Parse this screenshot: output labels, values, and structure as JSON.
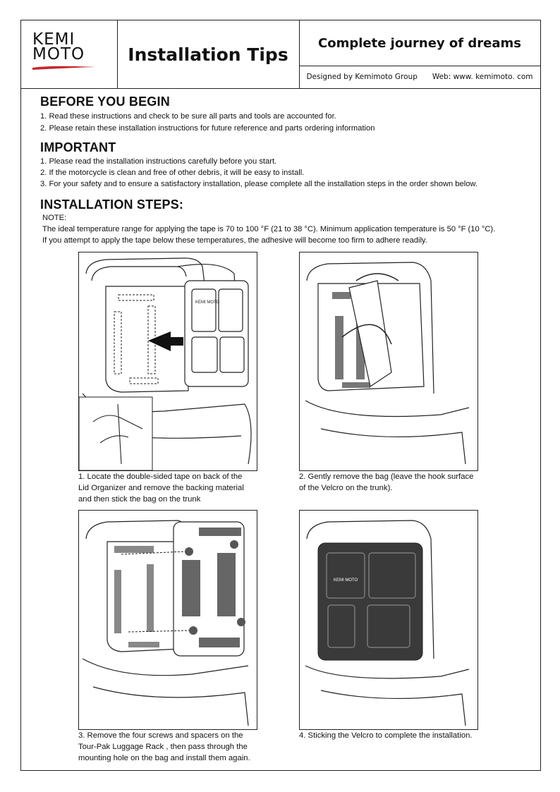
{
  "header": {
    "logo_line1": "KEMI",
    "logo_line2": "MOTO",
    "title": "Installation Tips",
    "tagline": "Complete journey of dreams",
    "designed_by": "Designed by Kemimoto Group",
    "web": "Web: www. kemimoto. com"
  },
  "before": {
    "heading": "BEFORE YOU BEGIN",
    "items": [
      "1. Read these instructions and check to be sure all parts and tools are accounted for.",
      "2. Please retain these installation instructions for future reference and parts ordering information"
    ]
  },
  "important": {
    "heading": "IMPORTANT",
    "items": [
      "1. Please read the installation instructions carefully before you start.",
      "2. If the motorcycle is clean and free of other debris, it will be easy to install.",
      "3. For your safety and to ensure a satisfactory installation, please complete all the installation steps in the order shown below."
    ]
  },
  "steps": {
    "heading": "INSTALLATION STEPS:",
    "note_label": "NOTE:",
    "note_lines": [
      "The ideal temperature range for applying the tape is 70 to 100 °F (21 to 38 °C). Minimum application temperature is 50 °F (10 °C).",
      "If you attempt to apply the tape below these temperatures, the adhesive will become too firm to adhere readily."
    ],
    "captions": [
      [
        "1. Locate the double-sided tape on back of the",
        "Lid Organizer and remove the backing material",
        "and then stick the bag on the trunk"
      ],
      [
        "2. Gently remove the bag (leave the hook surface",
        "of the Velcro on the trunk)."
      ],
      [
        "3. Remove the four screws and spacers on the",
        "Tour-Pak Luggage Rack , then pass through the",
        "mounting hole on the bag and install them again."
      ],
      [
        "4. Sticking the Velcro to complete the installation."
      ]
    ],
    "bag_logo": "KEMI MOTO"
  },
  "colors": {
    "accent": "#c8262c",
    "line": "#222222",
    "bag_dark": "#3a3a3a",
    "velcro": "#777777"
  }
}
